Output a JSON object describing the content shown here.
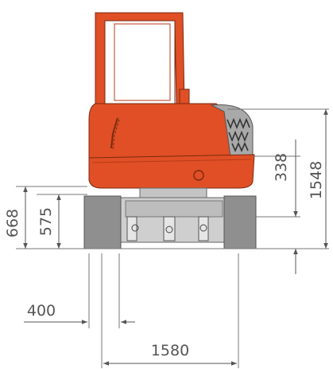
{
  "diagram": {
    "subject": "mini excavator front view with dimensions",
    "colors": {
      "body": "#e04f25",
      "body_dark": "#b83a17",
      "grey": "#b9b9b9",
      "grey_dark": "#8f8f8f",
      "outline": "#555555",
      "dim": "#555555"
    },
    "dimensions": {
      "overall_height": "1548",
      "counterweight_clearance": "338",
      "track_height_outer": "668",
      "track_height_inner": "575",
      "track_shoe_width": "400",
      "track_gauge_width": "1580"
    }
  }
}
